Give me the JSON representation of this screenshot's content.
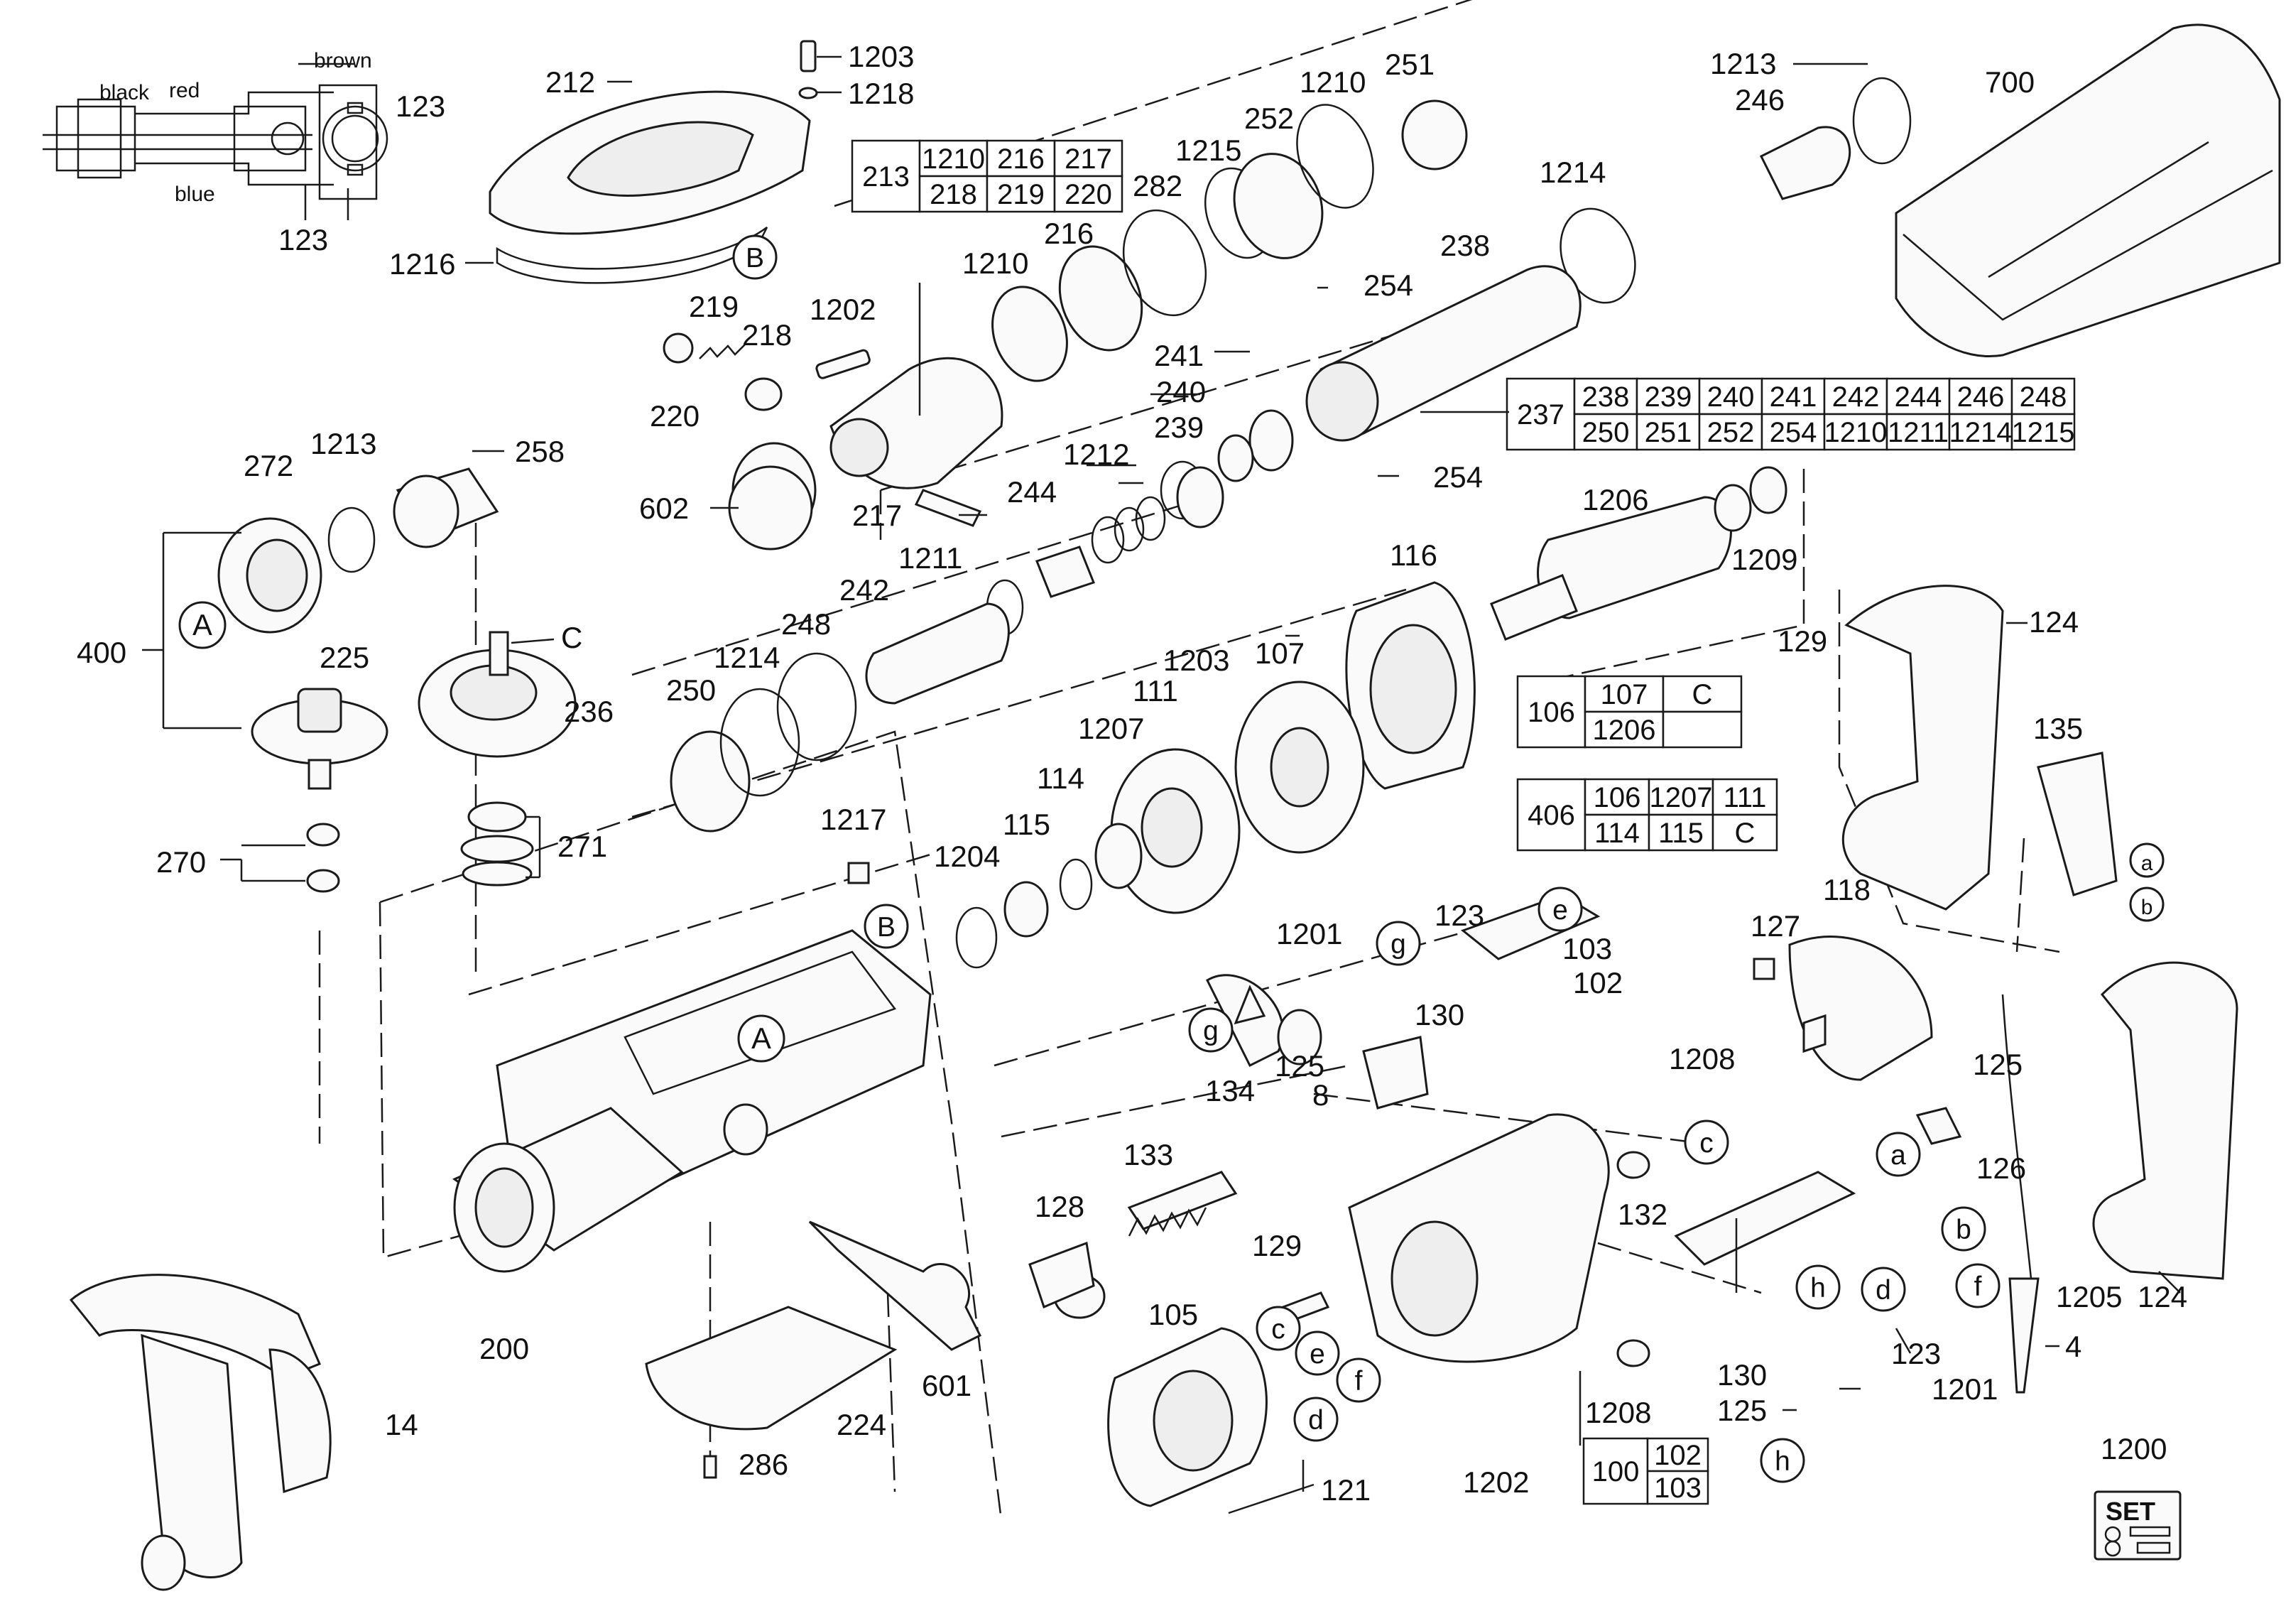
{
  "diagram": {
    "wire_labels": {
      "black": "black",
      "red": "red",
      "brown": "brown",
      "blue": "blue"
    },
    "callouts": [
      "A",
      "B",
      "C",
      "a",
      "b",
      "c",
      "d",
      "e",
      "f",
      "g",
      "h"
    ],
    "tables": {
      "t213": {
        "key": "213",
        "rows": [
          [
            "1210",
            "216",
            "217"
          ],
          [
            "218",
            "219",
            "220"
          ]
        ]
      },
      "t237": {
        "key": "237",
        "rows": [
          [
            "238",
            "239",
            "240",
            "241",
            "242",
            "244",
            "246",
            "248"
          ],
          [
            "250",
            "251",
            "252",
            "254",
            "1210",
            "1211",
            "1214",
            "1215"
          ]
        ]
      },
      "t106": {
        "key": "106",
        "rows": [
          [
            "107",
            "C"
          ],
          [
            "1206",
            ""
          ]
        ]
      },
      "t406": {
        "key": "406",
        "rows": [
          [
            "106",
            "1207",
            "111"
          ],
          [
            "114",
            "115",
            "C"
          ]
        ]
      },
      "t100": {
        "key": "100",
        "rows": [
          [
            "102"
          ],
          [
            "103"
          ]
        ]
      }
    },
    "set_label": "SET",
    "part_labels": [
      {
        "id": "l1203a",
        "text": "1203"
      },
      {
        "id": "l1218",
        "text": "1218"
      },
      {
        "id": "l212",
        "text": "212"
      },
      {
        "id": "l123a",
        "text": "123"
      },
      {
        "id": "l123b",
        "text": "123"
      },
      {
        "id": "l1216",
        "text": "1216"
      },
      {
        "id": "l219",
        "text": "219"
      },
      {
        "id": "l218",
        "text": "218"
      },
      {
        "id": "l220",
        "text": "220"
      },
      {
        "id": "l1202a",
        "text": "1202"
      },
      {
        "id": "l1210a",
        "text": "1210"
      },
      {
        "id": "l216",
        "text": "216"
      },
      {
        "id": "l282",
        "text": "282"
      },
      {
        "id": "l1215",
        "text": "1215"
      },
      {
        "id": "l252",
        "text": "252"
      },
      {
        "id": "l1210b",
        "text": "1210"
      },
      {
        "id": "l251",
        "text": "251"
      },
      {
        "id": "l1214a",
        "text": "1214"
      },
      {
        "id": "l238",
        "text": "238"
      },
      {
        "id": "l254a",
        "text": "254"
      },
      {
        "id": "l241",
        "text": "241"
      },
      {
        "id": "l240",
        "text": "240"
      },
      {
        "id": "l239",
        "text": "239"
      },
      {
        "id": "l254b",
        "text": "254"
      },
      {
        "id": "l1213a",
        "text": "1213"
      },
      {
        "id": "l246",
        "text": "246"
      },
      {
        "id": "l700",
        "text": "700"
      },
      {
        "id": "l272",
        "text": "272"
      },
      {
        "id": "l1213b",
        "text": "1213"
      },
      {
        "id": "l258",
        "text": "258"
      },
      {
        "id": "l602",
        "text": "602"
      },
      {
        "id": "l217",
        "text": "217"
      },
      {
        "id": "l244",
        "text": "244"
      },
      {
        "id": "l1212",
        "text": "1212"
      },
      {
        "id": "l400",
        "text": "400"
      },
      {
        "id": "l225",
        "text": "225"
      },
      {
        "id": "l236",
        "text": "236"
      },
      {
        "id": "l1211",
        "text": "1211"
      },
      {
        "id": "l242",
        "text": "242"
      },
      {
        "id": "l248",
        "text": "248"
      },
      {
        "id": "l1214b",
        "text": "1214"
      },
      {
        "id": "l250",
        "text": "250"
      },
      {
        "id": "l1206",
        "text": "1206"
      },
      {
        "id": "l1209",
        "text": "1209"
      },
      {
        "id": "l116",
        "text": "116"
      },
      {
        "id": "l1203b",
        "text": "1203"
      },
      {
        "id": "l107",
        "text": "107"
      },
      {
        "id": "l111",
        "text": "111"
      },
      {
        "id": "l1207",
        "text": "1207"
      },
      {
        "id": "l129a",
        "text": "129"
      },
      {
        "id": "l124a",
        "text": "124"
      },
      {
        "id": "l135",
        "text": "135"
      },
      {
        "id": "l270",
        "text": "270"
      },
      {
        "id": "l271",
        "text": "271"
      },
      {
        "id": "l1217",
        "text": "1217"
      },
      {
        "id": "l1204",
        "text": "1204"
      },
      {
        "id": "l115",
        "text": "115"
      },
      {
        "id": "l114",
        "text": "114"
      },
      {
        "id": "l1201a",
        "text": "1201"
      },
      {
        "id": "l123c",
        "text": "123"
      },
      {
        "id": "l103",
        "text": "103"
      },
      {
        "id": "l102",
        "text": "102"
      },
      {
        "id": "l118",
        "text": "118"
      },
      {
        "id": "l127",
        "text": "127"
      },
      {
        "id": "l130a",
        "text": "130"
      },
      {
        "id": "l125a",
        "text": "125"
      },
      {
        "id": "l8",
        "text": "8"
      },
      {
        "id": "l1208a",
        "text": "1208"
      },
      {
        "id": "l125b",
        "text": "125"
      },
      {
        "id": "l126",
        "text": "126"
      },
      {
        "id": "l134",
        "text": "134"
      },
      {
        "id": "l133",
        "text": "133"
      },
      {
        "id": "l128",
        "text": "128"
      },
      {
        "id": "l132",
        "text": "132"
      },
      {
        "id": "l129b",
        "text": "129"
      },
      {
        "id": "l200",
        "text": "200"
      },
      {
        "id": "l601",
        "text": "601"
      },
      {
        "id": "l224",
        "text": "224"
      },
      {
        "id": "l286",
        "text": "286"
      },
      {
        "id": "l14",
        "text": "14"
      },
      {
        "id": "l105",
        "text": "105"
      },
      {
        "id": "l121",
        "text": "121"
      },
      {
        "id": "l1202b",
        "text": "1202"
      },
      {
        "id": "l1208b",
        "text": "1208"
      },
      {
        "id": "l130b",
        "text": "130"
      },
      {
        "id": "l125c",
        "text": "125"
      },
      {
        "id": "l123d",
        "text": "123"
      },
      {
        "id": "l1201b",
        "text": "1201"
      },
      {
        "id": "l1205",
        "text": "1205"
      },
      {
        "id": "l124b",
        "text": "124"
      },
      {
        "id": "l4",
        "text": "4"
      },
      {
        "id": "l1200",
        "text": "1200"
      }
    ]
  }
}
